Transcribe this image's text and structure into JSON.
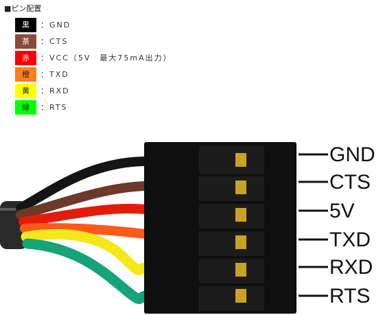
{
  "title": "■ピン配置",
  "legend": [
    {
      "color_label": "黒",
      "desc": "：GND",
      "bg": "#000000",
      "fg": "#ffffff"
    },
    {
      "color_label": "茶",
      "desc": "：CTS",
      "bg": "#8b4a3a",
      "fg": "#ffffff"
    },
    {
      "color_label": "赤",
      "desc": "：VCC（5V　最大75mA出力）",
      "bg": "#ff0000",
      "fg": "#ffffff"
    },
    {
      "color_label": "橙",
      "desc": "：TXD",
      "bg": "#ff7f1a",
      "fg": "#222222"
    },
    {
      "color_label": "黄",
      "desc": "：RXD",
      "bg": "#ffff00",
      "fg": "#222222"
    },
    {
      "color_label": "緑",
      "desc": "：RTS",
      "bg": "#00ff00",
      "fg": "#222222"
    }
  ],
  "pins": [
    "GND",
    "CTS",
    "5V",
    "TXD",
    "RXD",
    "RTS"
  ]
}
